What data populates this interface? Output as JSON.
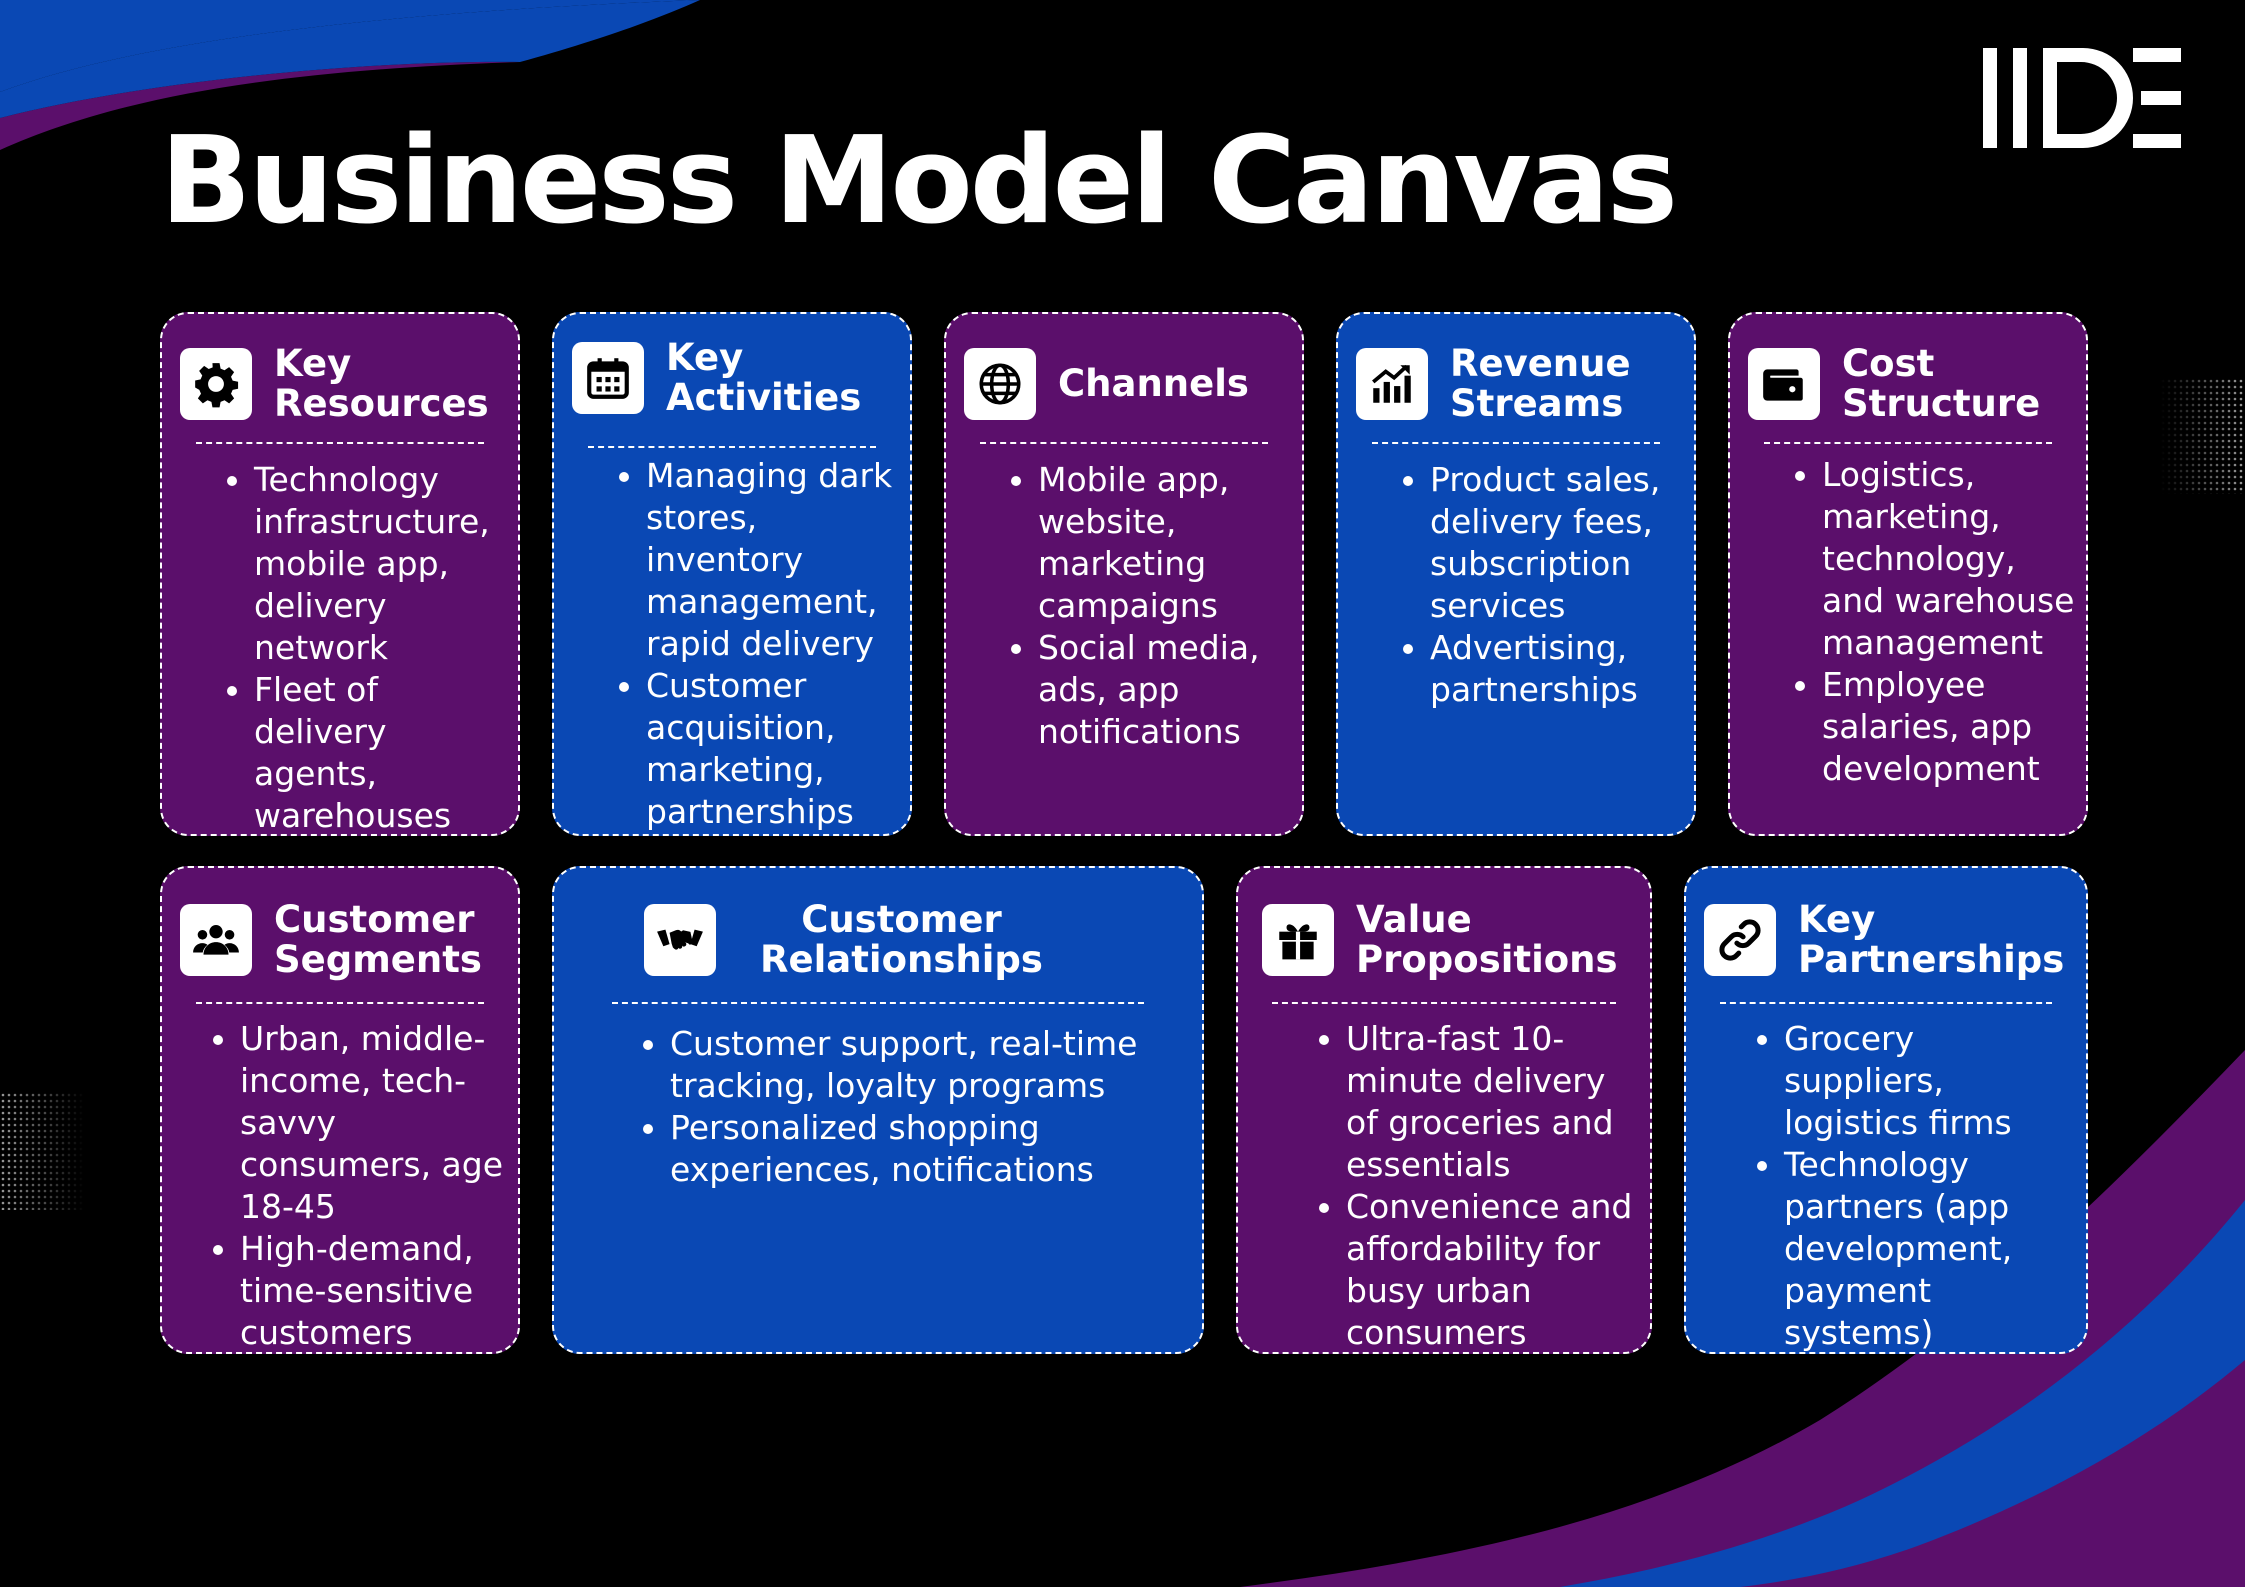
{
  "title": "Business Model Canvas",
  "logo_text": "IIDE",
  "colors": {
    "background": "#000000",
    "purple": "#5b0f6b",
    "blue": "#0a48b4",
    "text": "#ffffff"
  },
  "cards": {
    "key_resources": {
      "title": "Key\nResources",
      "icon": "gear-icon",
      "bullets": [
        "Technology infrastructure, mobile app, delivery network",
        "Fleet of delivery agents, warehouses"
      ]
    },
    "key_activities": {
      "title": "Key\nActivities",
      "icon": "calendar-icon",
      "bullets": [
        "Managing dark stores, inventory management, rapid delivery",
        "Customer acquisition, marketing, partnerships"
      ]
    },
    "channels": {
      "title": "Channels",
      "icon": "globe-icon",
      "bullets": [
        "Mobile app, website, marketing campaigns",
        "Social media, ads, app notifications"
      ]
    },
    "revenue_streams": {
      "title": "Revenue\nStreams",
      "icon": "bar-chart-icon",
      "bullets": [
        "Product sales, delivery fees, subscription services",
        "Advertising, partnerships"
      ]
    },
    "cost_structure": {
      "title": "Cost\nStructure",
      "icon": "wallet-icon",
      "bullets": [
        "Logistics, marketing, technology, and warehouse management",
        "Employee salaries, app development"
      ]
    },
    "customer_segments": {
      "title": "Customer\nSegments",
      "icon": "users-icon",
      "bullets": [
        "Urban, middle-income, tech-savvy consumers, age 18-45",
        "High-demand, time-sensitive customers"
      ]
    },
    "customer_relationships": {
      "title": "Customer\nRelationships",
      "icon": "handshake-icon",
      "bullets": [
        "Customer support, real-time tracking, loyalty programs",
        "Personalized shopping experiences, notifications"
      ]
    },
    "value_propositions": {
      "title": "Value\nPropositions",
      "icon": "gift-icon",
      "bullets": [
        "Ultra-fast 10-minute delivery of groceries and essentials",
        "Convenience and affordability for busy urban consumers"
      ]
    },
    "key_partnerships": {
      "title": "Key\nPartnerships",
      "icon": "link-icon",
      "bullets": [
        "Grocery suppliers, logistics firms",
        "Technology partners (app development, payment systems)"
      ]
    }
  }
}
